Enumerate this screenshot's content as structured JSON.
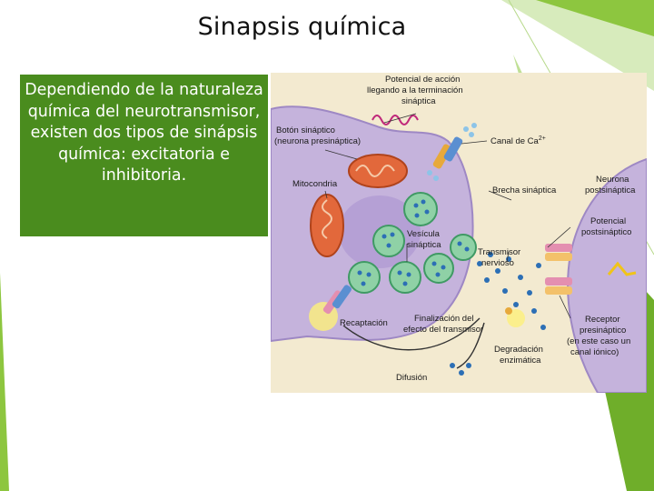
{
  "slide": {
    "title": "Sinapsis química",
    "body_text": "Dependiendo de la naturaleza química del neurotransmisor, existen dos tipos de sinápsis química: excitatoria e inhibitoria."
  },
  "diagram_labels": {
    "action_potential_1": "Potencial de acción",
    "action_potential_2": "llegando a la terminación",
    "action_potential_3": "sináptica",
    "button_1": "Botón sináptico",
    "button_2": "(neurona presináptica)",
    "calcium_channel": "Canal de Ca",
    "calcium_sup": "2+",
    "mitochondria": "Mitocondria",
    "cleft": "Brecha sináptica",
    "postsynaptic_neuron_1": "Neurona",
    "postsynaptic_neuron_2": "postsináptica",
    "vesicle_1": "Vesícula",
    "vesicle_2": "sináptica",
    "transmitter_1": "Transmisor",
    "transmitter_2": "nervioso",
    "postsynaptic_potential_1": "Potencial",
    "postsynaptic_potential_2": "postsináptico",
    "reuptake": "Recaptación",
    "termination_1": "Finalización del",
    "termination_2": "efecto del transmisor",
    "receptor_1": "Receptor",
    "receptor_2": "presináptico",
    "receptor_3": "(en este caso un",
    "receptor_4": "canal iónico)",
    "degradation_1": "Degradación",
    "degradation_2": "enzimática",
    "diffusion": "Difusión"
  },
  "colors": {
    "accent_green": "#4a8c1e",
    "decor_light_green": "#8dc63f",
    "neuron_purple": "#c5b3dc",
    "diagram_background": "#f3ead0"
  }
}
